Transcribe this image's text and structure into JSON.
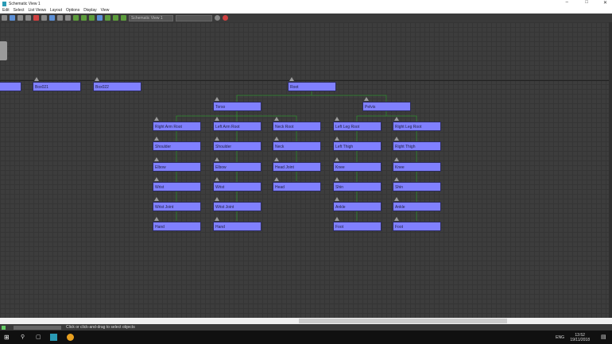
{
  "window": {
    "title": "Schematic View 1",
    "minimize": "–",
    "maximize": "□",
    "close": "✕"
  },
  "menu": [
    "Edit",
    "Select",
    "List Views",
    "Layout",
    "Options",
    "Display",
    "View"
  ],
  "toolbar": {
    "view_name": "Schematic View 1",
    "dropdown": ""
  },
  "nodes": {
    "partial": "",
    "box021": "Box021",
    "box022": "Box022",
    "root": "Root",
    "torso": "Torso",
    "pelvis": "Pelvis",
    "right_arm_root": "Right Arm Root",
    "left_arm_root": "Left Arm Root",
    "neck_root": "Neck Root",
    "left_leg_root": "Left Leg Root",
    "right_leg_root": "Right Leg Root",
    "shoulder_r": "Shoulder",
    "shoulder_l": "Shoulder",
    "neck": "Neck",
    "left_thigh": "Left Thigh",
    "right_thigh": "Right Thigh",
    "elbow_r": "Elbow",
    "elbow_l": "Elbow",
    "head_joint": "Head Joint",
    "knee_l": "Knee",
    "knee_r": "Knee",
    "wrist_r": "Wrist",
    "wrist_l": "Wrist",
    "head": "Head",
    "shin_l": "Shin",
    "shin_r": "Shin",
    "wrist_joint_r": "Wrist Joint",
    "wrist_joint_l": "Wrist Joint",
    "ankle_l": "Ankle",
    "ankle_r": "Ankle",
    "hand_r": "Hand",
    "hand_l": "Hand",
    "foot_l": "Foot",
    "foot_r": "Foot"
  },
  "status": {
    "prompt": "Click or click-and-drag to select objects"
  },
  "taskbar": {
    "lang": "ENG",
    "time": "13:52",
    "date": "19/11/2018"
  },
  "colors": {
    "node": "#8080ff",
    "link": "#2e8b2e",
    "canvas": "#3d3d3d"
  }
}
